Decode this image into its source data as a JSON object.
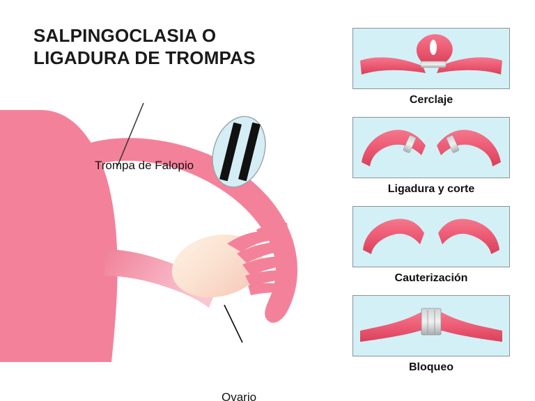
{
  "title": "SALPINGOCLASIA  O\nLIGADURA DE TROMPAS",
  "anatomy": {
    "labels": [
      {
        "id": "trompa",
        "text": "Trompa de Falopio"
      },
      {
        "id": "ovario",
        "text": "Ovario"
      }
    ],
    "highlight": {
      "name": "ligation-site-highlight",
      "marks": 2
    }
  },
  "panels": [
    {
      "caption": "Cerclaje",
      "icon": "tube-loop-band-icon"
    },
    {
      "caption": "Ligadura y corte",
      "icon": "tube-ligated-cut-icon"
    },
    {
      "caption": "Cauterización",
      "icon": "tube-cauterized-icon"
    },
    {
      "caption": "Bloqueo",
      "icon": "tube-clip-block-icon"
    }
  ],
  "colors": {
    "uterus_pink": "#f4819a",
    "tube_pink": "#f08098",
    "tube_light_pink": "#f6aebc",
    "ovary_cream": "#fbe3d2",
    "panel_bg": "#d3f0f7",
    "panel_border": "#8a9296",
    "highlight_ellipse": "#d5eef5",
    "highlight_bar": "#111111",
    "clip_silver": "#b9bcbd",
    "text": "#121212"
  }
}
